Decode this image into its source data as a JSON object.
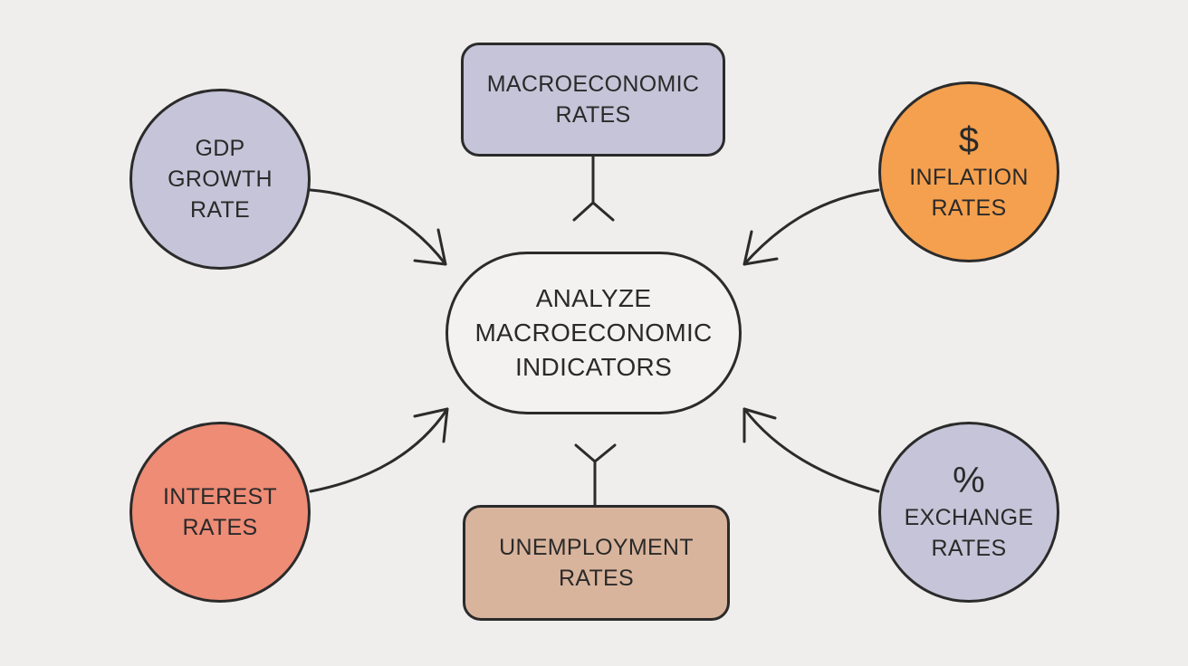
{
  "center": {
    "lines": [
      "ANALYZE",
      "MACROECONOMIC",
      "INDICATORS"
    ]
  },
  "nodes": {
    "macro": {
      "lines": [
        "MACROECONOMIC",
        "RATES"
      ],
      "color": "#c6c4d8"
    },
    "gdp": {
      "lines": [
        "GDP",
        "GROWTH",
        "RATE"
      ],
      "color": "#c6c4d8"
    },
    "inflation": {
      "icon": "dollar-sign-icon",
      "glyph": "$",
      "lines": [
        "INFLATION",
        "RATES"
      ],
      "color": "#f5a04e"
    },
    "interest": {
      "lines": [
        "INTEREST",
        "RATES"
      ],
      "color": "#ee8c76"
    },
    "unemployment": {
      "lines": [
        "UNEMPLOYMENT",
        "RATES"
      ],
      "color": "#d9b49c"
    },
    "exchange": {
      "icon": "percent-icon",
      "glyph": "%",
      "lines": [
        "EXCHANGE",
        "RATES"
      ],
      "color": "#c6c4d8"
    }
  },
  "colors": {
    "background": "#efeeec",
    "stroke": "#2b2b2b",
    "center_fill": "#f3f2f0"
  }
}
